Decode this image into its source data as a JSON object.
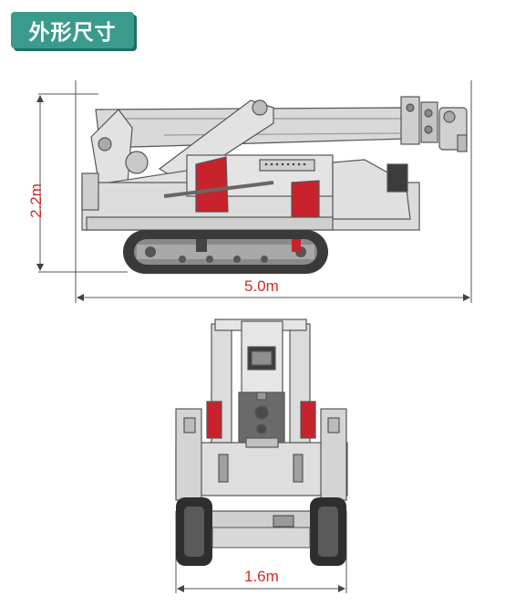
{
  "title": "外形尺寸",
  "dimensions": {
    "height": "2.2m",
    "length": "5.0m",
    "width": "1.6m"
  },
  "colors": {
    "badge": "#3a9b8c",
    "dimension_text": "#d42a2a",
    "machine_body": "#d8d8d8",
    "accent_red": "#c8232c",
    "track": "#3a3a3a"
  }
}
